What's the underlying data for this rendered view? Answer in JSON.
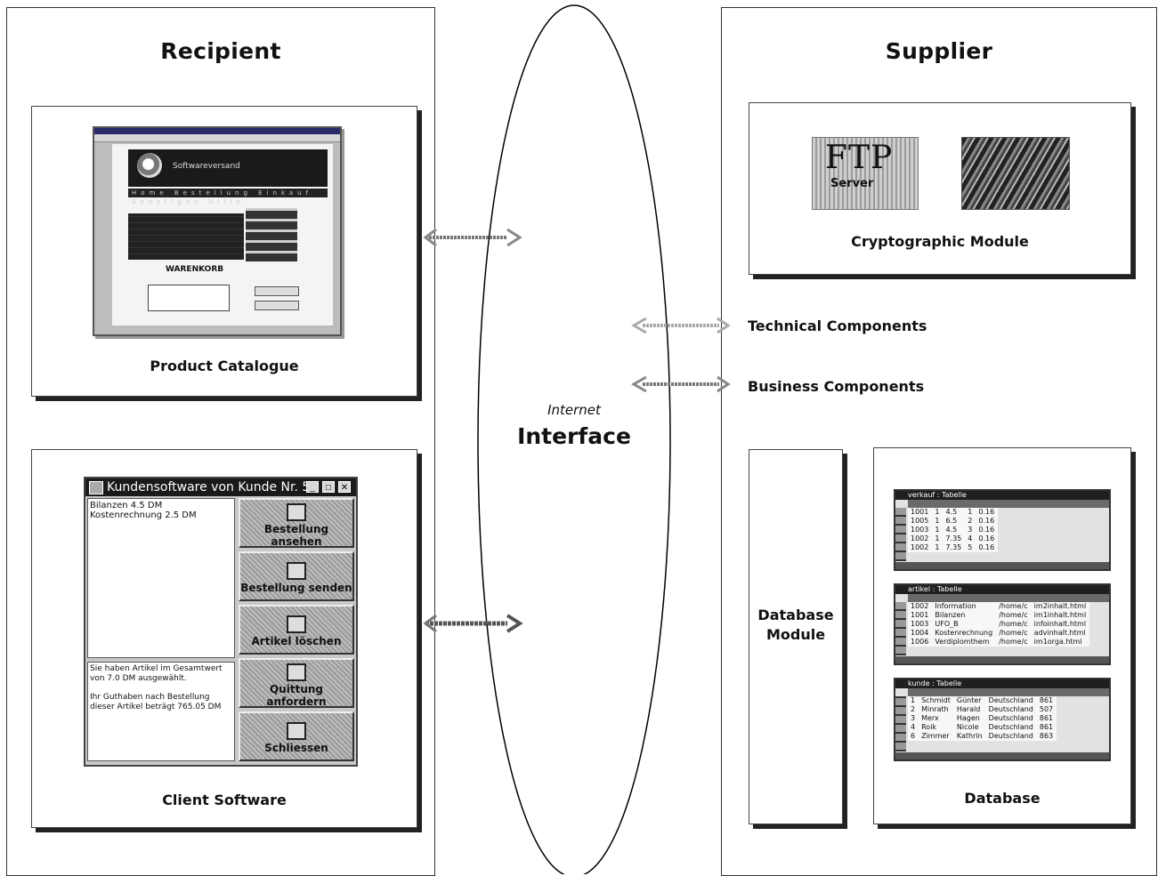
{
  "recipient": {
    "title": "Recipient",
    "product_catalogue": {
      "caption": "Product Catalogue",
      "screenshot_banner": "Softwareversand",
      "screenshot_nav": "Home   Bestellung   Einkauf   Sonstiges   Hilfe",
      "screenshot_section": "WARENKORB"
    },
    "client_software": {
      "caption": "Client Software",
      "window_title": "Kundensoftware von Kunde Nr. 5",
      "list_items": [
        "Bilanzen 4.5 DM",
        "Kostenrechnung 2.5 DM"
      ],
      "info_lines": [
        "Sie haben Artikel im Gesamtwert von 7.0 DM ausgewählt.",
        "Ihr Guthaben nach Bestellung dieser Artikel beträgt 765.05 DM"
      ],
      "buttons": [
        "Bestellung ansehen",
        "Bestellung senden",
        "Artikel löschen",
        "Quittung anfordern",
        "Schliessen"
      ],
      "window_controls": [
        "_",
        "□",
        "✕"
      ]
    }
  },
  "middle": {
    "small_label": "Internet",
    "big_label": "Interface"
  },
  "supplier": {
    "title": "Supplier",
    "crypto": {
      "caption": "Cryptographic Module",
      "ftp_big": "FTP",
      "ftp_small": "Server"
    },
    "technical_components": "Technical Components",
    "business_components": "Business Components",
    "database_module": [
      "Database",
      "Module"
    ],
    "database": {
      "caption": "Database",
      "tables": [
        {
          "title": "verkauf : Tabelle",
          "rows": [
            [
              "1001",
              "1",
              "4.5",
              "1",
              "0.16"
            ],
            [
              "1005",
              "1",
              "6.5",
              "2",
              "0.16"
            ],
            [
              "1003",
              "1",
              "4.5",
              "3",
              "0.16"
            ],
            [
              "1002",
              "1",
              "7.35",
              "4",
              "0.16"
            ],
            [
              "1002",
              "1",
              "7.35",
              "5",
              "0.16"
            ]
          ]
        },
        {
          "title": "artikel : Tabelle",
          "rows": [
            [
              "1002",
              "Information",
              "/home/c",
              "im2inhalt.html"
            ],
            [
              "1001",
              "Bilanzen",
              "/home/c",
              "im1inhalt.html"
            ],
            [
              "1003",
              "UFO_B",
              "/home/c",
              "infoinhalt.html"
            ],
            [
              "1004",
              "Kostenrechnung",
              "/home/c",
              "advinhalt.html"
            ],
            [
              "1006",
              "Verdiplomthem",
              "/home/c",
              "im1orga.html"
            ]
          ]
        },
        {
          "title": "kunde : Tabelle",
          "rows": [
            [
              "1",
              "Schmidt",
              "Günter",
              "Deutschland",
              "861"
            ],
            [
              "2",
              "Minrath",
              "Harald",
              "Deutschland",
              "507"
            ],
            [
              "3",
              "Merx",
              "Hagen",
              "Deutschland",
              "861"
            ],
            [
              "4",
              "Roik",
              "Nicole",
              "Deutschland",
              "861"
            ],
            [
              "6",
              "Zimmer",
              "Kathrin",
              "Deutschland",
              "863"
            ]
          ]
        }
      ]
    }
  }
}
